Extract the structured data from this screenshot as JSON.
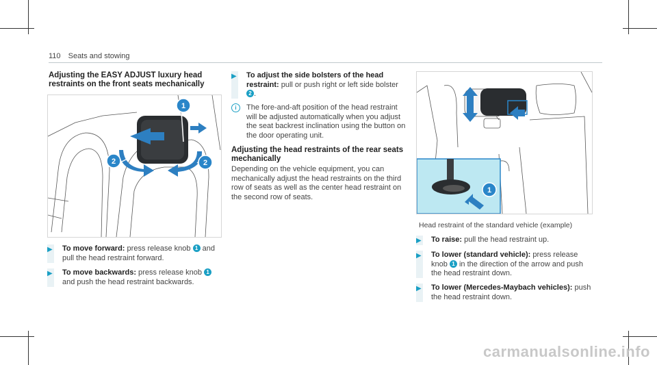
{
  "header": {
    "page_number": "110",
    "section": "Seats and stowing"
  },
  "col1": {
    "heading": "Adjusting the EASY ADJUST luxury head restraints on the front seats mechanically",
    "steps": [
      {
        "label": "To move forward:",
        "text_a": " press release knob ",
        "num": "1",
        "text_b": " and pull the head restraint forward."
      },
      {
        "label": "To move backwards:",
        "text_a": " press release knob ",
        "num": "1",
        "text_b": " and push the head restraint backwards."
      }
    ],
    "figure": {
      "callouts": [
        "1",
        "2",
        "2"
      ]
    }
  },
  "col2": {
    "step": {
      "label": "To adjust the side bolsters of the head restraint:",
      "text_a": " pull or push right or left side bolster ",
      "num": "2",
      "text_b": "."
    },
    "info": {
      "icon": "info-icon",
      "text": "The fore-and-aft position of the head restraint will be adjusted automatically when you adjust the seat backrest inclination using the button on the door operating unit."
    },
    "heading2": "Adjusting the head restraints of the rear seats mechanically",
    "para": "Depending on the vehicle equipment, you can mechanically adjust the head restraints on the third row of seats as well as the center head restraint on the second row of seats."
  },
  "col3": {
    "figure": {
      "callouts": [
        "1"
      ]
    },
    "caption": "Head restraint of the standard vehicle (example)",
    "steps": [
      {
        "label": "To raise:",
        "text_a": " pull the head restraint up.",
        "num": "",
        "text_b": ""
      },
      {
        "label": "To lower (standard vehicle):",
        "text_a": " press release knob ",
        "num": "1",
        "text_b": " in the direction of the arrow and push the head restraint down."
      },
      {
        "label": "To lower (Mercedes-Maybach vehicles):",
        "text_a": " push the head restraint down.",
        "num": "",
        "text_b": ""
      }
    ]
  },
  "watermark": "carmanualsonline.info",
  "colors": {
    "accent": "#1a9fc4",
    "arrow_blue": "#2d7fc1",
    "callout_blue": "#2a86c9",
    "highlight": "#bde8f2"
  }
}
